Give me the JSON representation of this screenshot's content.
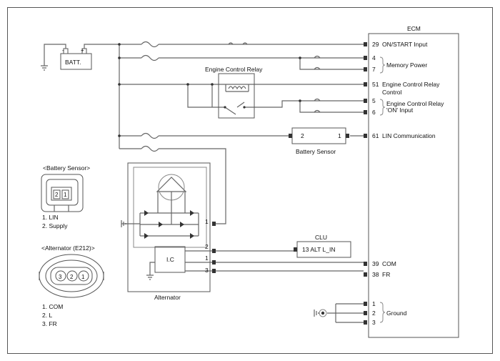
{
  "ecm": {
    "title": "ECM",
    "pins": [
      {
        "num": "29",
        "label": "ON/START Input"
      },
      {
        "num": "4",
        "label": ""
      },
      {
        "num": "7",
        "label": ""
      },
      {
        "num": "51",
        "label": "Engine Control Relay"
      },
      {
        "num": "5",
        "label": ""
      },
      {
        "num": "6",
        "label": ""
      },
      {
        "num": "61",
        "label": "LIN Communication"
      },
      {
        "num": "39",
        "label": "COM"
      },
      {
        "num": "38",
        "label": "FR"
      },
      {
        "num": "1",
        "label": ""
      },
      {
        "num": "2",
        "label": ""
      },
      {
        "num": "3",
        "label": ""
      }
    ],
    "group_labels": {
      "memory_power": "Memory Power",
      "control": "Control",
      "relay_on_1": "Engine Control Relay",
      "relay_on_2": "'ON' Input",
      "ground": "Ground"
    }
  },
  "battery": {
    "label": "BATT."
  },
  "engine_control_relay": {
    "label": "Engine Control Relay"
  },
  "battery_sensor": {
    "label": "Battery Sensor",
    "pin_left": "2",
    "pin_right": "1"
  },
  "clu": {
    "title": "CLU",
    "pin": "13 ALT L_IN"
  },
  "alternator": {
    "label": "Alternator",
    "ic_label": "I.C",
    "pins": [
      "1",
      "2",
      "1",
      "3"
    ]
  },
  "connectors": {
    "battery_sensor": {
      "title": "<Battery Sensor>",
      "pins": [
        "1. LIN",
        "2. Supply"
      ],
      "face_numbers": [
        "2",
        "1"
      ]
    },
    "alternator": {
      "title": "<Alternator (E212)>",
      "pins": [
        "1. COM",
        "2. L",
        "3. FR"
      ],
      "face_numbers": [
        "3",
        "2",
        "1"
      ]
    }
  },
  "colors": {
    "line": "#666666",
    "frame": "#555555",
    "text": "#111111"
  }
}
